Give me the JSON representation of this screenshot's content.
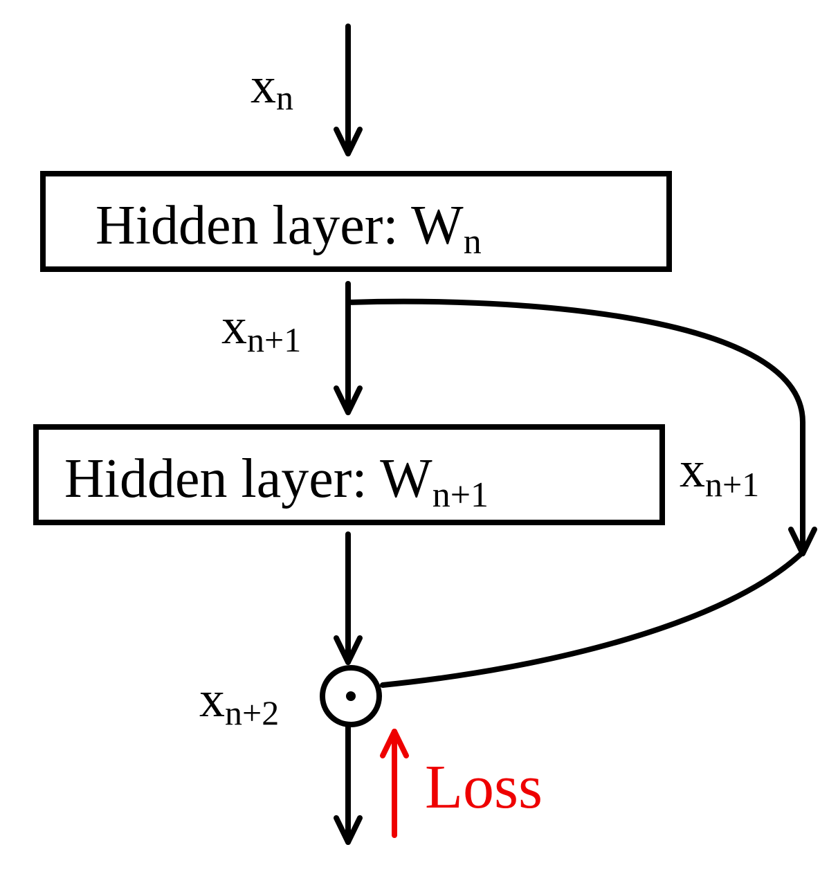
{
  "layers": [
    {
      "label": "Hidden layer: W",
      "subscript": "n"
    },
    {
      "label": "Hidden layer: W",
      "subscript": "n+1"
    }
  ],
  "signals": {
    "input": {
      "base": "x",
      "subscript": "n"
    },
    "between": {
      "base": "x",
      "subscript": "n+1"
    },
    "skip": {
      "base": "x",
      "subscript": "n+1"
    },
    "output": {
      "base": "x",
      "subscript": "n+2"
    }
  },
  "operator_symbol": "⊙",
  "loss_label": "Loss",
  "colors": {
    "stroke": "#000000",
    "loss": "#ee0000"
  }
}
